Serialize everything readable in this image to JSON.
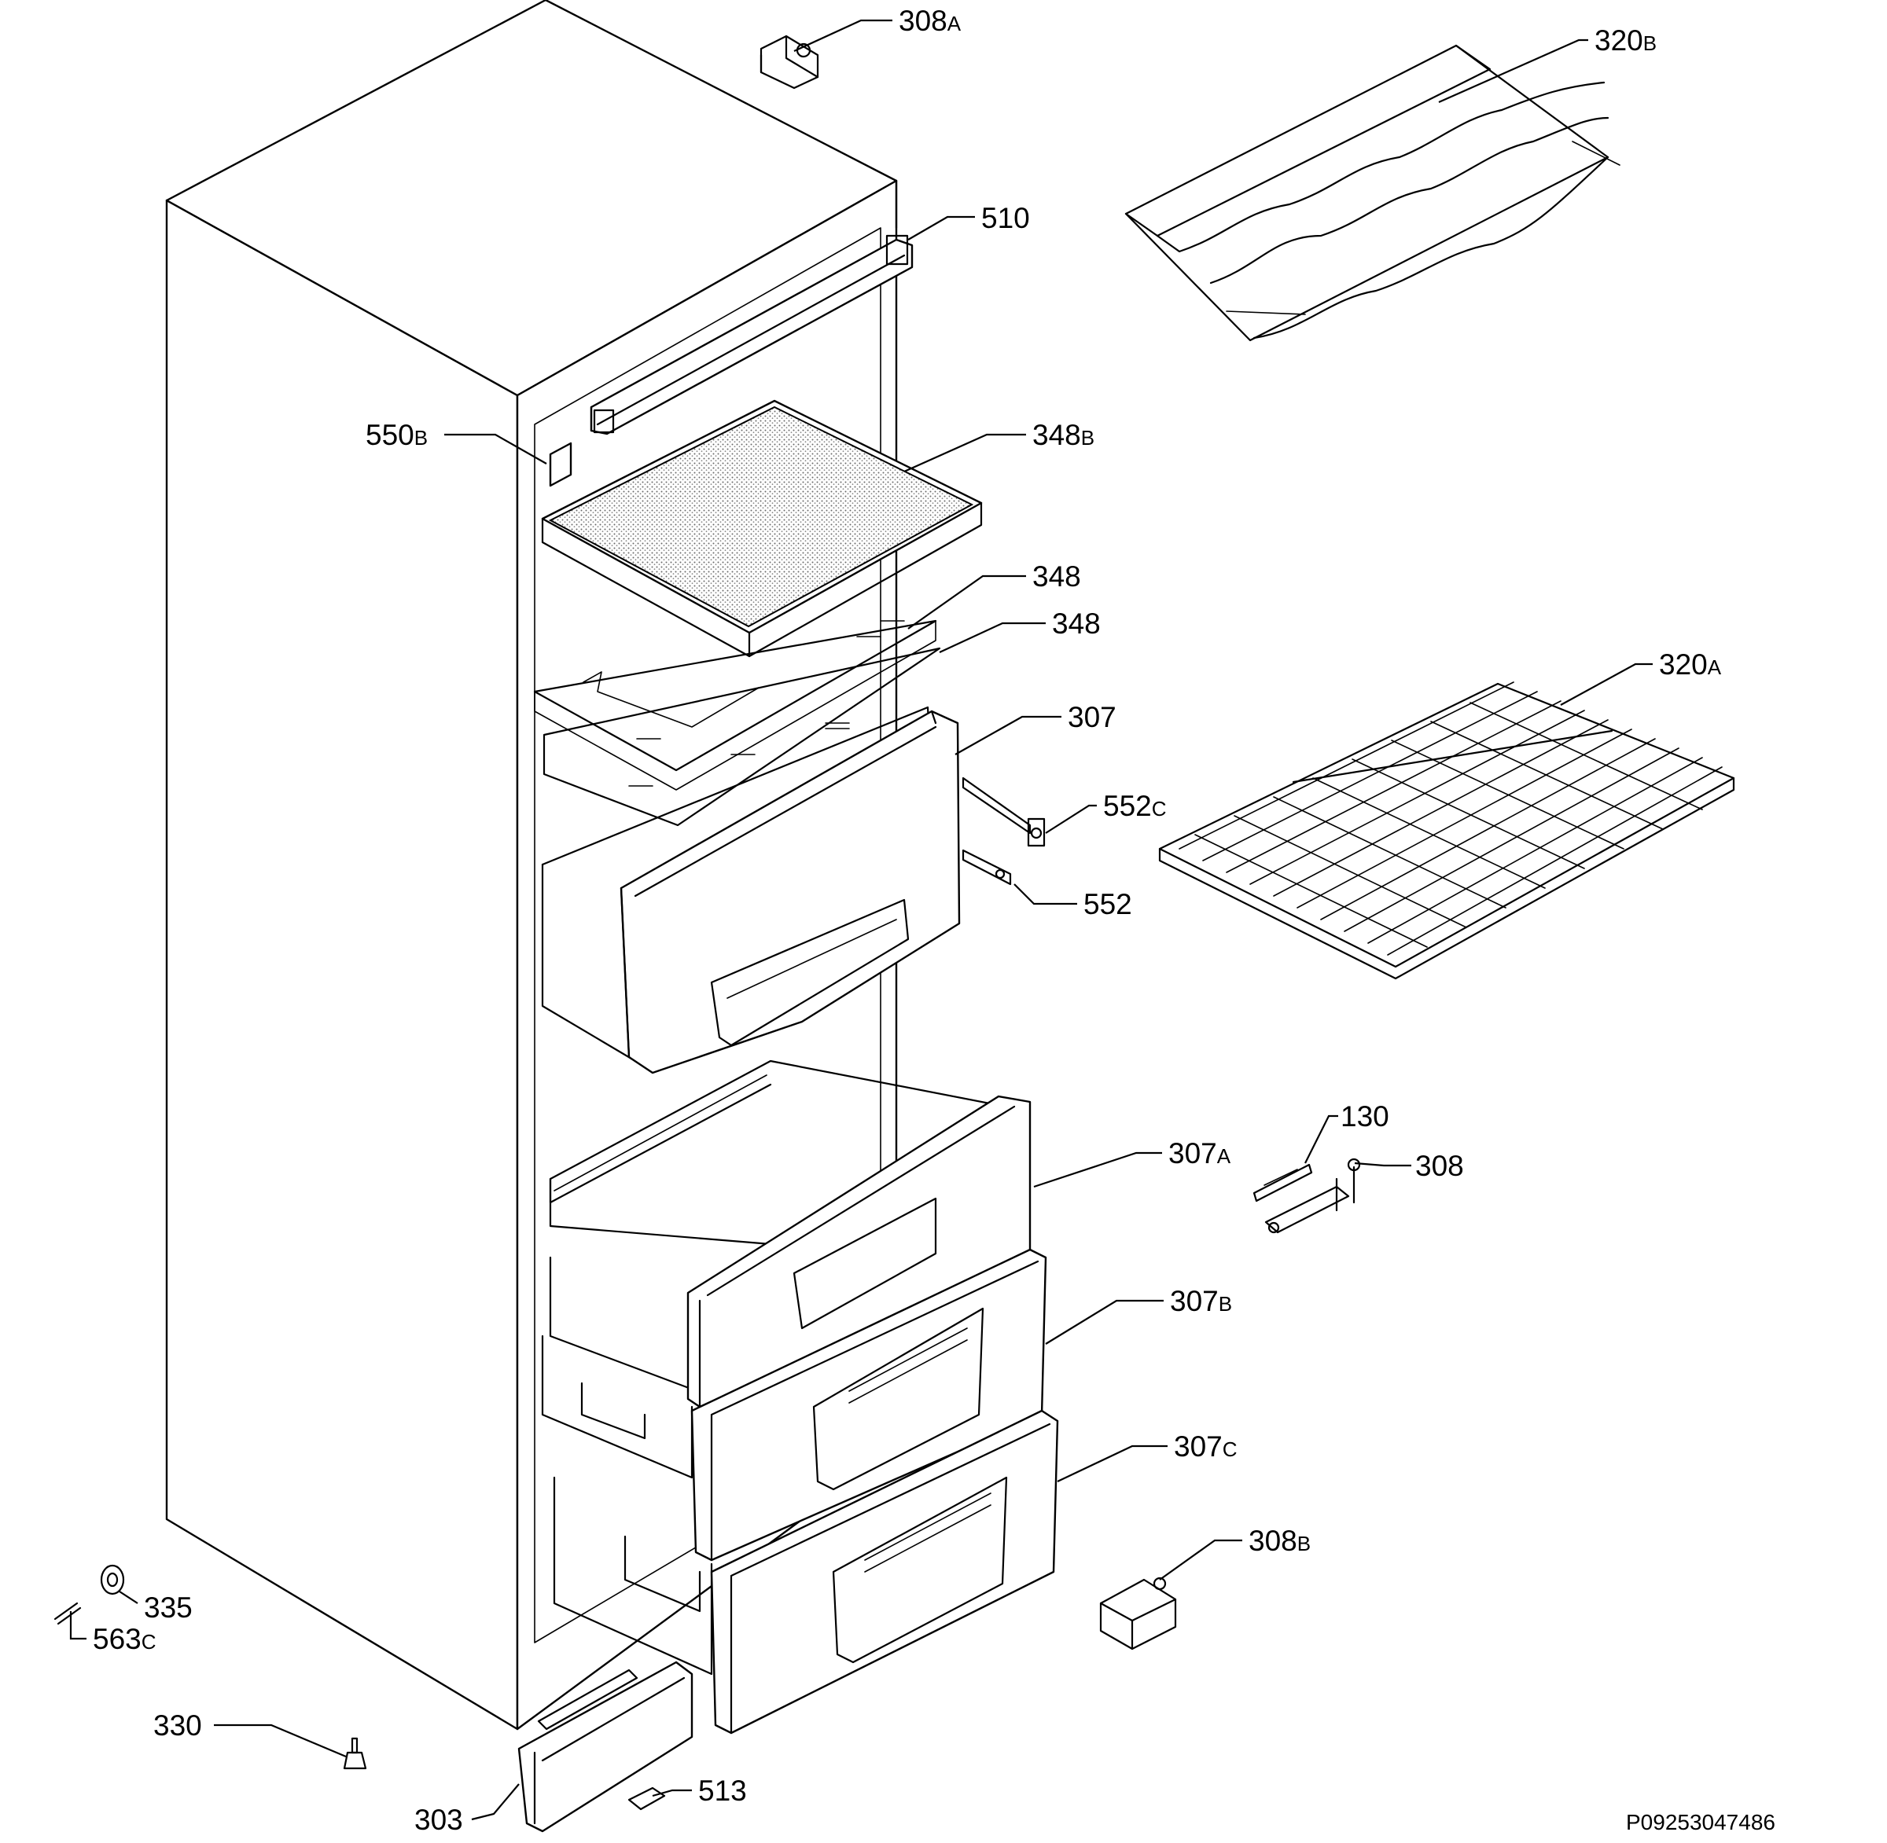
{
  "document_id": "P09253047486",
  "labels": [
    {
      "id": "308a",
      "num": "308",
      "suffix": "A"
    },
    {
      "id": "320b",
      "num": "320",
      "suffix": "B"
    },
    {
      "id": "510",
      "num": "510",
      "suffix": ""
    },
    {
      "id": "550b",
      "num": "550",
      "suffix": "B"
    },
    {
      "id": "348b",
      "num": "348",
      "suffix": "B"
    },
    {
      "id": "348-1",
      "num": "348",
      "suffix": ""
    },
    {
      "id": "348-2",
      "num": "348",
      "suffix": ""
    },
    {
      "id": "307",
      "num": "307",
      "suffix": ""
    },
    {
      "id": "320a",
      "num": "320",
      "suffix": "A"
    },
    {
      "id": "552c",
      "num": "552",
      "suffix": "C"
    },
    {
      "id": "552",
      "num": "552",
      "suffix": ""
    },
    {
      "id": "130",
      "num": "130",
      "suffix": ""
    },
    {
      "id": "308",
      "num": "308",
      "suffix": ""
    },
    {
      "id": "307a",
      "num": "307",
      "suffix": "A"
    },
    {
      "id": "307b",
      "num": "307",
      "suffix": "B"
    },
    {
      "id": "307c",
      "num": "307",
      "suffix": "C"
    },
    {
      "id": "308b",
      "num": "308",
      "suffix": "B"
    },
    {
      "id": "335",
      "num": "335",
      "suffix": ""
    },
    {
      "id": "563c",
      "num": "563",
      "suffix": "C"
    },
    {
      "id": "330",
      "num": "330",
      "suffix": ""
    },
    {
      "id": "303",
      "num": "303",
      "suffix": ""
    },
    {
      "id": "513",
      "num": "513",
      "suffix": ""
    }
  ]
}
